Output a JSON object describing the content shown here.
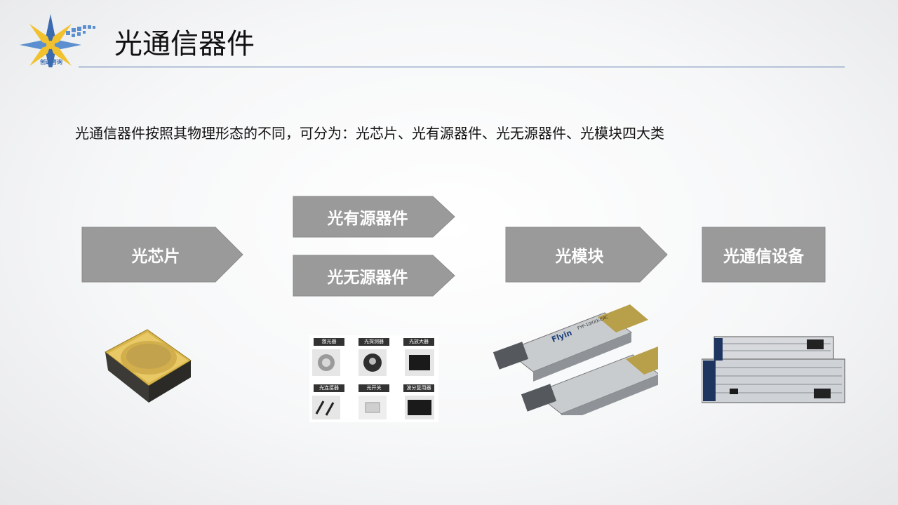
{
  "logo": {
    "text": "创通咨询"
  },
  "page": {
    "title": "光通信器件",
    "subtitle": "光通信器件按照其物理形态的不同，可分为：光芯片、光有源器件、光无源器件、光模块四大类"
  },
  "flow": {
    "chip": "光芯片",
    "active": "光有源器件",
    "passive": "光无源器件",
    "module": "光模块",
    "equipment": "光通信设备"
  },
  "passive_grid": {
    "labels": [
      "激光器",
      "光探测器",
      "光放大器",
      "光连接器",
      "光开关",
      "波分复用器"
    ]
  },
  "module_product": {
    "brand": "Flyin",
    "model": "FYP-10XXX-ERC"
  },
  "colors": {
    "shape_fill": "#9a9a9a",
    "rule": "#4a6fa8",
    "logo_blue": "#3a6ab0",
    "logo_yellow": "#f2c12e"
  }
}
